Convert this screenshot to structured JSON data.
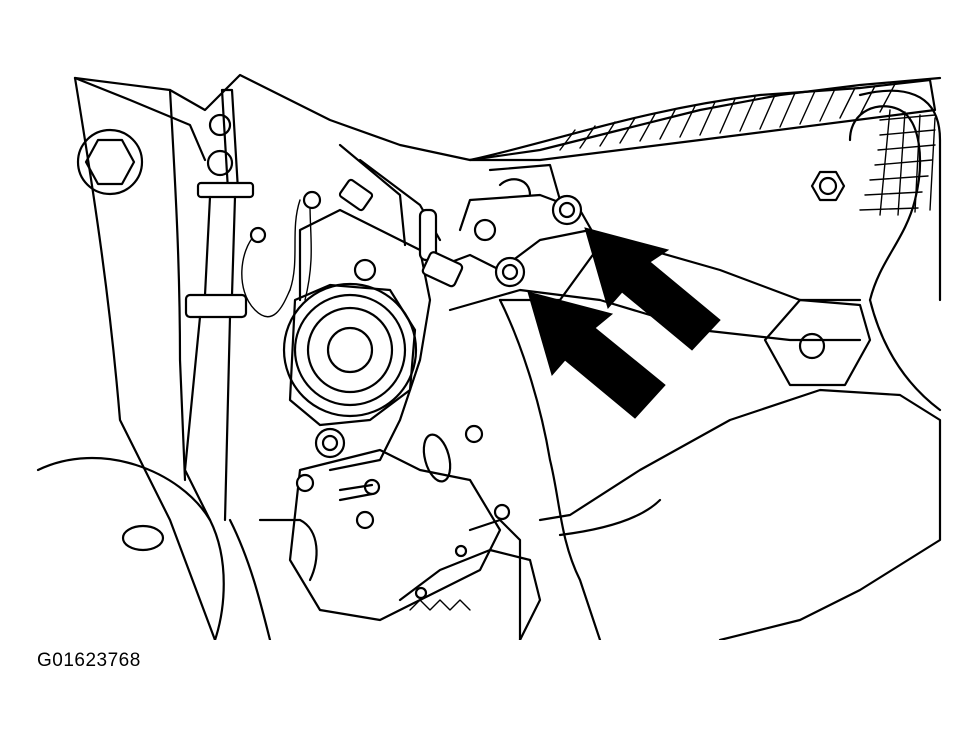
{
  "figure": {
    "id_label": "G01623768",
    "colors": {
      "line": "#000000",
      "background": "#ffffff",
      "arrow_fill": "#000000"
    },
    "callouts": [
      {
        "name": "arrow-to-upper-nut",
        "target": "upper-mount-nut"
      },
      {
        "name": "arrow-to-lower-nut",
        "target": "lower-mount-nut"
      }
    ]
  }
}
